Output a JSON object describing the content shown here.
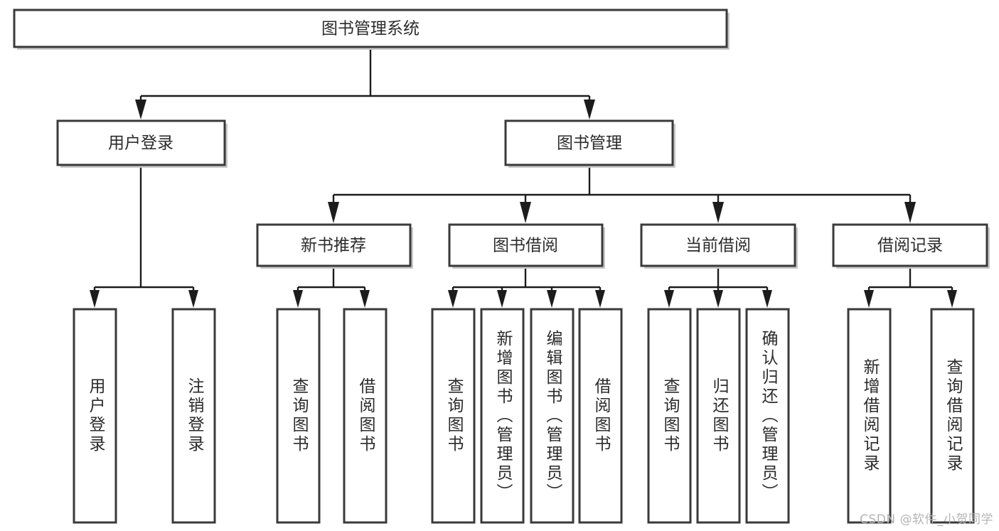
{
  "diagram": {
    "title": "图书管理系统",
    "type": "tree-hierarchy",
    "orientation": "top-down",
    "colors": {
      "background": "#ffffff",
      "box_fill": "#ffffff",
      "box_stroke": "#3a3a3a",
      "connector": "#1c1c1c",
      "text": "#2b2b2b",
      "watermark": "#b4b4b4"
    },
    "root": {
      "label": "图书管理系统"
    },
    "level2": [
      {
        "id": "user-login",
        "label": "用户登录"
      },
      {
        "id": "book-management",
        "label": "图书管理"
      }
    ],
    "level3": [
      {
        "id": "new-book-recommend",
        "label": "新书推荐"
      },
      {
        "id": "book-borrow",
        "label": "图书借阅"
      },
      {
        "id": "current-borrow",
        "label": "当前借阅"
      },
      {
        "id": "borrow-record",
        "label": "借阅记录"
      }
    ],
    "leaves": {
      "user-login": [
        {
          "id": "leaf-user-login",
          "label": "用户登录"
        },
        {
          "id": "leaf-logout-login",
          "label": "注销登录"
        }
      ],
      "new-book-recommend": [
        {
          "id": "leaf-query-book-1",
          "label": "查询图书"
        },
        {
          "id": "leaf-borrow-book-1",
          "label": "借阅图书"
        }
      ],
      "book-borrow": [
        {
          "id": "leaf-query-book-2",
          "label": "查询图书"
        },
        {
          "id": "leaf-add-book-admin",
          "label": "新增图书（管理员）"
        },
        {
          "id": "leaf-edit-book-admin",
          "label": "编辑图书（管理员）"
        },
        {
          "id": "leaf-borrow-book-2",
          "label": "借阅图书"
        }
      ],
      "current-borrow": [
        {
          "id": "leaf-query-book-3",
          "label": "查询图书"
        },
        {
          "id": "leaf-return-book",
          "label": "归还图书"
        },
        {
          "id": "leaf-confirm-return-admin",
          "label": "确认归还（管理员）"
        }
      ],
      "borrow-record": [
        {
          "id": "leaf-add-borrow-record",
          "label": "新增借阅记录"
        },
        {
          "id": "leaf-query-borrow-record",
          "label": "查询借阅记录"
        }
      ]
    }
  },
  "watermark": {
    "text": "CSDN @软件_小贺同学"
  }
}
